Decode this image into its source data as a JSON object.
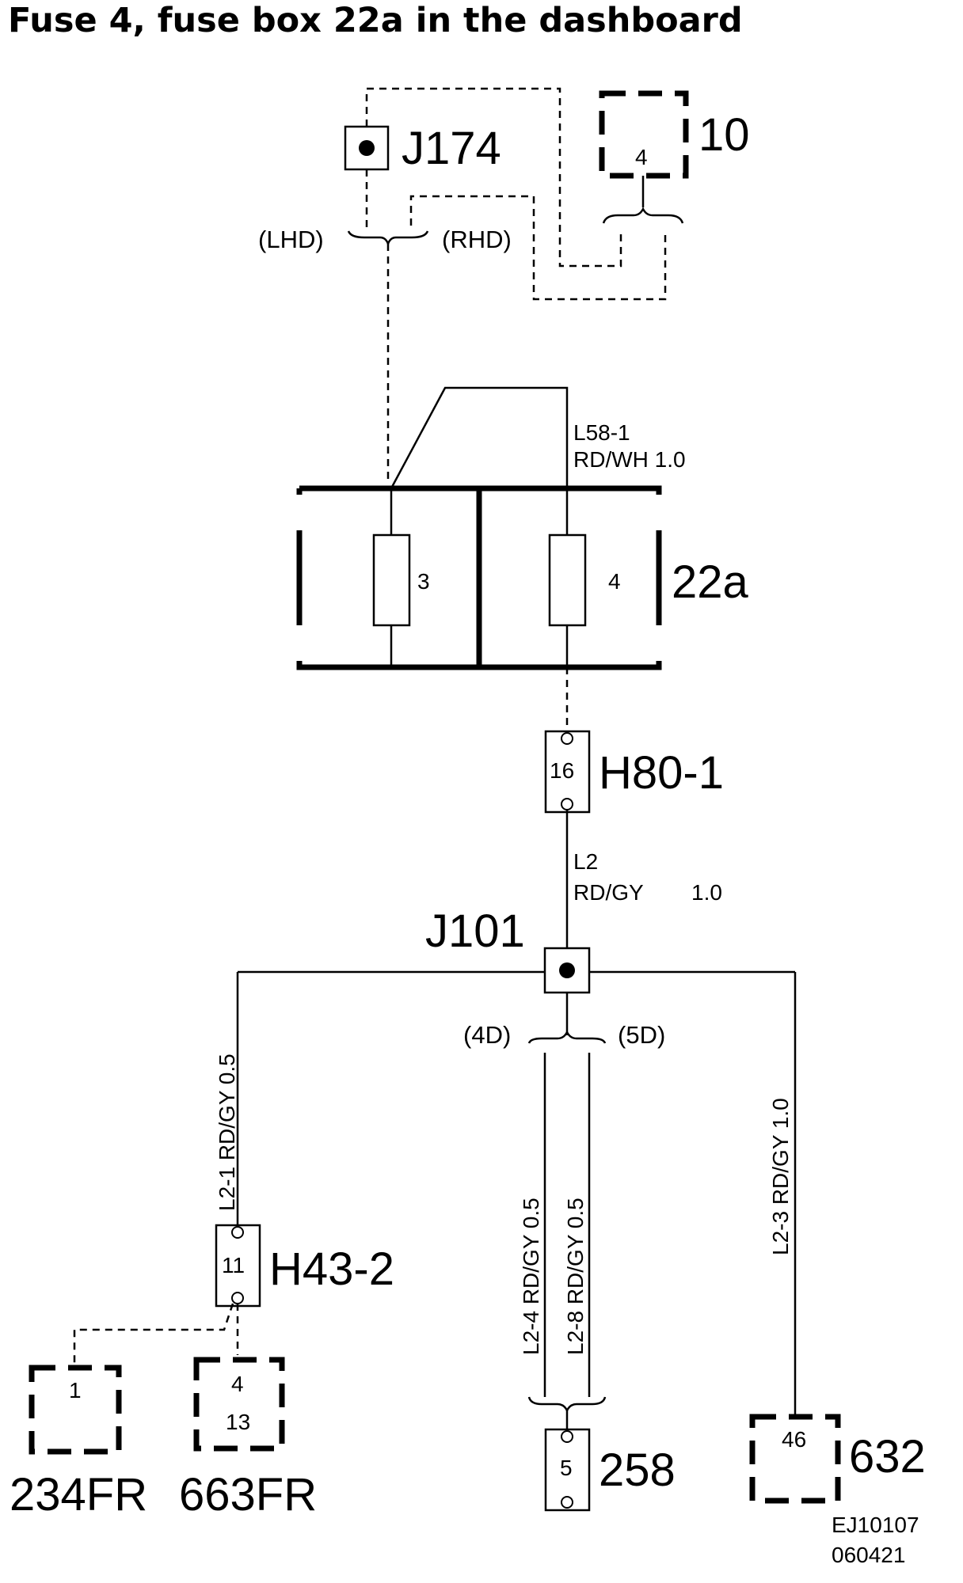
{
  "title": "Fuse 4, fuse box 22a in the dashboard",
  "components": {
    "j174": "J174",
    "comp10": "10",
    "comp10_pin": "4",
    "fusebox": "22a",
    "fuse3": "3",
    "fuse4": "4",
    "h80": "H80-1",
    "h80_pin": "16",
    "j101": "J101",
    "h43": "H43-2",
    "h43_pin": "11",
    "c234": "234FR",
    "c234_pin": "1",
    "c663": "663FR",
    "c663_pin_a": "4",
    "c663_pin_b": "13",
    "c258": "258",
    "c258_pin": "5",
    "c632": "632",
    "c632_pin": "46"
  },
  "variants": {
    "lhd": "(LHD)",
    "rhd": "(RHD)",
    "d4": "(4D)",
    "d5": "(5D)"
  },
  "wires": {
    "l58_id": "L58-1",
    "l58_spec": "RD/WH 1.0",
    "l2_id": "L2",
    "l2_color": "RD/GY",
    "l2_size": "1.0",
    "l21": "L2-1  RD/GY  0.5",
    "l24": "L2-4  RD/GY  0.5",
    "l28": "L2-8  RD/GY  0.5",
    "l23": "L2-3  RD/GY  1.0"
  },
  "footer": {
    "code1": "EJ10107",
    "code2": "060421"
  }
}
